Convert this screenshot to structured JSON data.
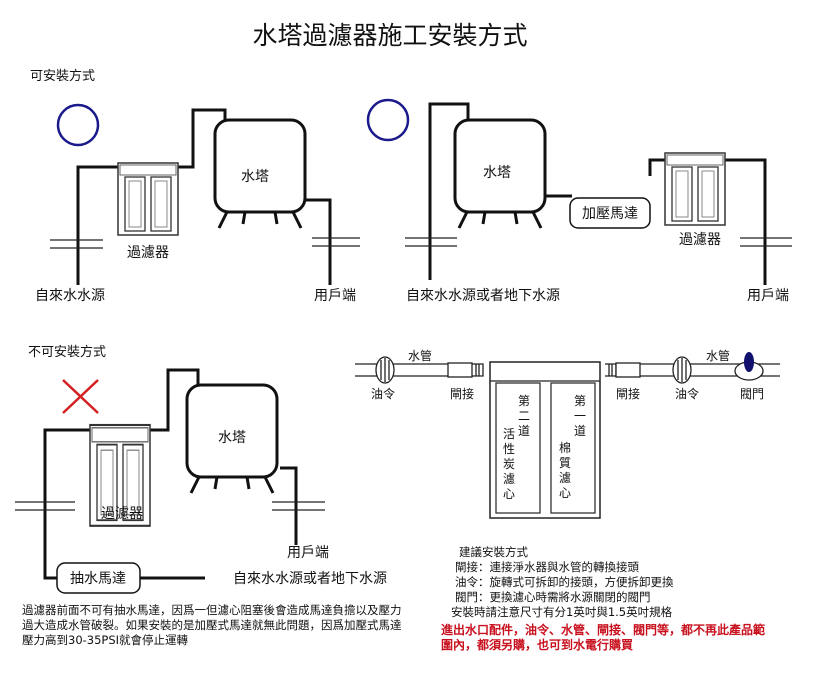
{
  "title": "水塔過濾器施工安裝方式",
  "colors": {
    "circle": "#1a1a8c",
    "cross": "#d42020",
    "warning": "#c8101e",
    "valve": "#12126e"
  },
  "ok_section": {
    "heading": "可安裝方式",
    "diagram1": {
      "tower": "水塔",
      "filter": "過濾器",
      "source": "自來水水源",
      "user": "用戶端"
    },
    "diagram2": {
      "tower": "水塔",
      "pump": "加壓馬達",
      "filter": "過濾器",
      "source": "自來水水源或者地下水源",
      "user": "用戶端"
    }
  },
  "bad_section": {
    "heading": "不可安裝方式",
    "tower": "水塔",
    "filter": "過濾器",
    "user": "用戶端",
    "pump": "抽水馬達",
    "source": "自來水水源或者地下水源",
    "note": "過濾器前面不可有抽水馬達，因爲一但濾心阻塞後會造成馬達負擔以及壓力過大造成水管破裂。如果安裝的是加壓式馬達就無此問題，因爲加壓式馬達壓力高到30-35PSI就會停止運轉"
  },
  "detail": {
    "pipe_left": "水管",
    "union_left": "油令",
    "connector_left": "閘接",
    "cartridge2": [
      "第",
      "二",
      "道",
      "活",
      "性",
      "炭",
      "濾",
      "心"
    ],
    "cartridge1": [
      "第",
      "一",
      "道",
      "棉",
      "質",
      "濾",
      "心"
    ],
    "connector_right": "閘接",
    "union_right": "油令",
    "pipe_right": "水管",
    "valve": "閥門"
  },
  "recommend": {
    "heading": "建議安裝方式",
    "lines": [
      "閘接：連接淨水器與水管的轉換接頭",
      "油令：旋轉式可拆卸的接頭，方便拆卸更換",
      "閥門：更換濾心時需將水源關閉的閥門"
    ],
    "size_note": "安裝時請注意尺寸有分1英吋與1.5英吋規格",
    "warning": "進出水口配件，油令、水管、閘接、閥門等，都不再此產品範圍內，都須另購，也可到水電行購買"
  }
}
